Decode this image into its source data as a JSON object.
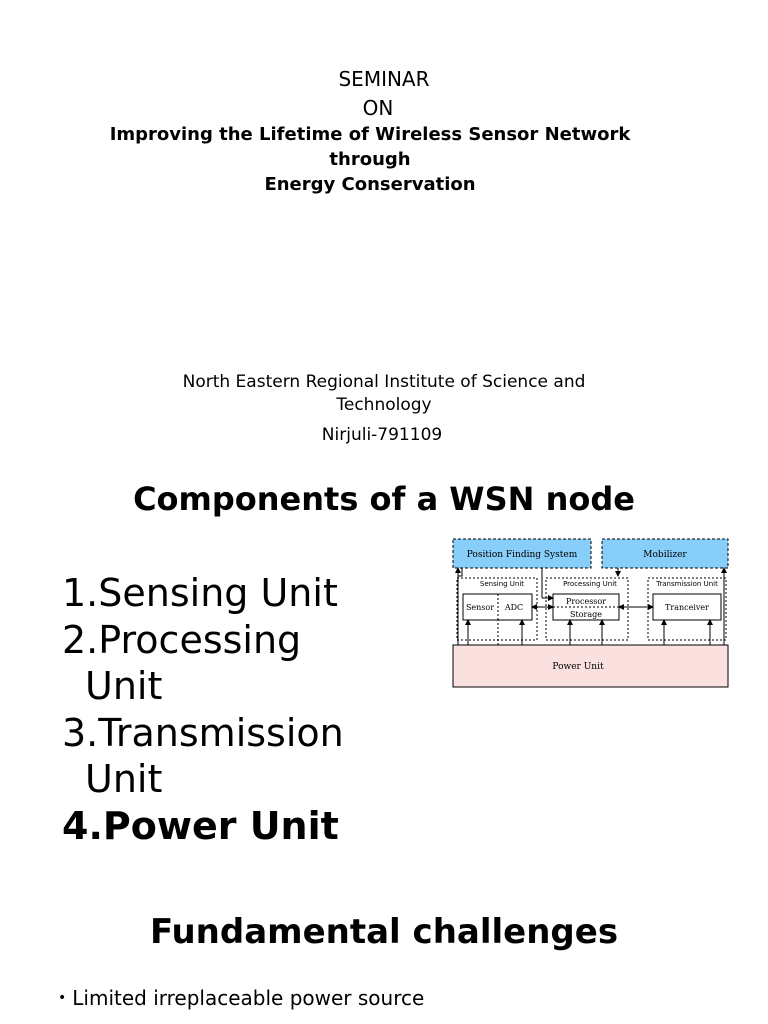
{
  "slide1": {
    "line1": "SEMINAR",
    "line2": "ON",
    "title_lines": [
      "Improving the Lifetime of Wireless Sensor Network",
      "through",
      "Energy Conservation"
    ],
    "institute_lines": [
      "North Eastern Regional Institute of Science and",
      "Technology"
    ],
    "address": "Nirjuli-791109"
  },
  "slide2": {
    "heading": "Components of a WSN node",
    "items": [
      {
        "num": "1.",
        "lines": [
          "Sensing Unit"
        ]
      },
      {
        "num": "2.",
        "lines": [
          "Processing",
          "Unit"
        ]
      },
      {
        "num": "3.",
        "lines": [
          "Transmission",
          "Unit"
        ]
      },
      {
        "num": "4.",
        "lines": [
          "Power Unit"
        ],
        "bold": true
      }
    ],
    "diagram": {
      "position_finding": "Position Finding System",
      "mobilizer": "Mobilizer",
      "sensing_unit": "Sensing Unit",
      "processing_unit": "Processing Unit",
      "transmission_unit": "Transmission Unit",
      "sensor": "Sensor",
      "adc": "ADC",
      "processor": "Processor",
      "storage": "Storage",
      "tranceiver": "Tranceiver",
      "power_unit": "Power Unit",
      "colors": {
        "top_box": "#87cefa",
        "power_box": "#fbe0e0"
      }
    }
  },
  "slide3": {
    "heading": "Fundamental challenges",
    "bullets": [
      "Limited irreplaceable power source"
    ]
  }
}
